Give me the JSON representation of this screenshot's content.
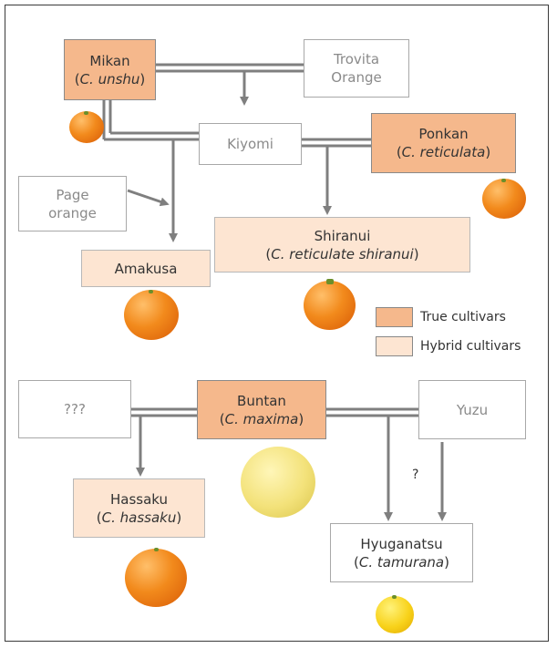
{
  "nodes": {
    "mikan": {
      "name": "Mikan",
      "sci_prefix": "(",
      "sci": "C. unshu",
      "sci_suffix": ")"
    },
    "trovita": {
      "line1": "Trovita",
      "line2": "Orange"
    },
    "kiyomi": {
      "name": "Kiyomi"
    },
    "ponkan": {
      "name": "Ponkan",
      "sci_prefix": "(",
      "sci": "C. reticulata",
      "sci_suffix": ")"
    },
    "page_orange": {
      "line1": "Page",
      "line2": "orange"
    },
    "shiranui": {
      "name": "Shiranui",
      "sci_prefix": "(",
      "sci": "C. reticulate shiranui",
      "sci_suffix": ")"
    },
    "amakusa": {
      "name": "Amakusa"
    },
    "unknown": {
      "name": "???"
    },
    "buntan": {
      "name": "Buntan",
      "sci_prefix": "(",
      "sci": "C. maxima",
      "sci_suffix": ")"
    },
    "yuzu": {
      "name": "Yuzu"
    },
    "hassaku": {
      "name": "Hassaku",
      "sci_prefix": "(",
      "sci": "C. hassaku",
      "sci_suffix": ")"
    },
    "hyuganatsu": {
      "name": "Hyuganatsu",
      "sci_prefix": "(",
      "sci": "C. tamurana",
      "sci_suffix": ")"
    }
  },
  "uncertain_mark": "?",
  "legend": {
    "true_label": "True cultivars",
    "hybrid_label": "Hybrid cultivars"
  },
  "colors": {
    "true_cultivar": "#f5b88c",
    "hybrid_cultivar": "#fde5d2",
    "connector": "#7f7f7f"
  }
}
